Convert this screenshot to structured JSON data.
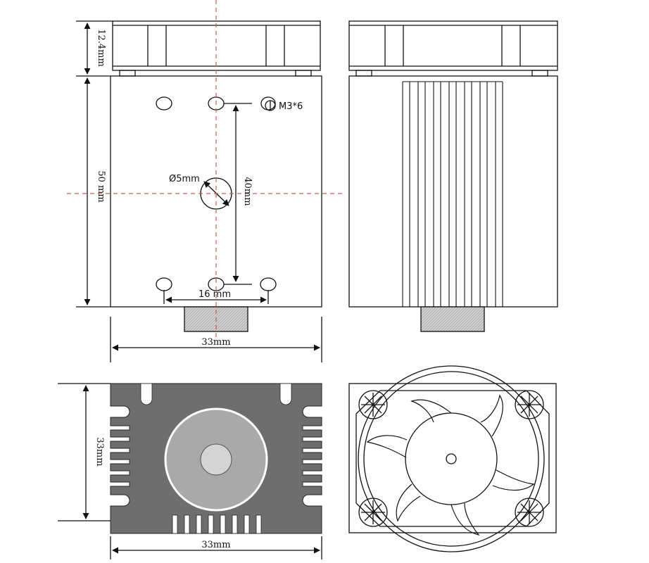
{
  "dimensions": {
    "fan_height": "12.4mm",
    "body_height": "50 mm",
    "hole_spacing_vertical": "40mm",
    "hole_spacing_horizontal": "16 mm",
    "width_top": "33mm",
    "width_bottom": "33mm",
    "height_bottom": "33mm",
    "center_hole": "Ø5mm",
    "screw": "M3*6"
  },
  "colors": {
    "line": "#111111",
    "center_line": "#d9534f",
    "heatsink": "#6e6e6e",
    "lens_outer": "#a9a9a9",
    "lens_inner": "#d4d4d4",
    "nozzle": "#c9c9c9"
  }
}
